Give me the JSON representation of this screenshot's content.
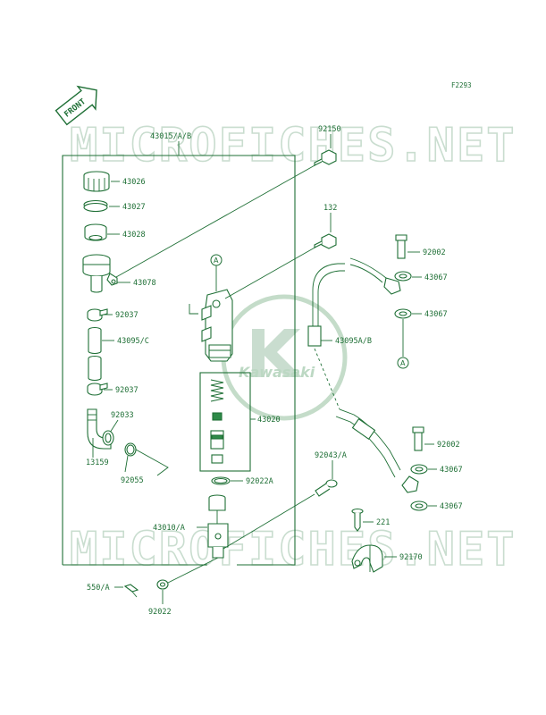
{
  "figure_code": "F2293",
  "front_badge": "FRONT",
  "watermark": "MICROFICHES.NET",
  "logo_text": "Kawasaki",
  "callout": "A",
  "parts": {
    "p43015": "43015/A/B",
    "p92150": "92150",
    "p43026": "43026",
    "p43027": "43027",
    "p43028": "43028",
    "p43078": "43078",
    "p92037a": "92037",
    "p43095c": "43095/C",
    "p92037b": "92037",
    "p92033": "92033",
    "p13159": "13159",
    "p92055": "92055",
    "p132": "132",
    "p92002a": "92002",
    "p43067a": "43067",
    "p43067b": "43067",
    "p43095ab": "43095A/B",
    "p43020": "43020",
    "p92002b": "92002",
    "p43067c": "43067",
    "p43067d": "43067",
    "p92043": "92043/A",
    "p92022a": "92022A",
    "p43010": "43010/A",
    "p221": "221",
    "p92170": "92170",
    "p550": "550/A",
    "p92022": "92022"
  }
}
